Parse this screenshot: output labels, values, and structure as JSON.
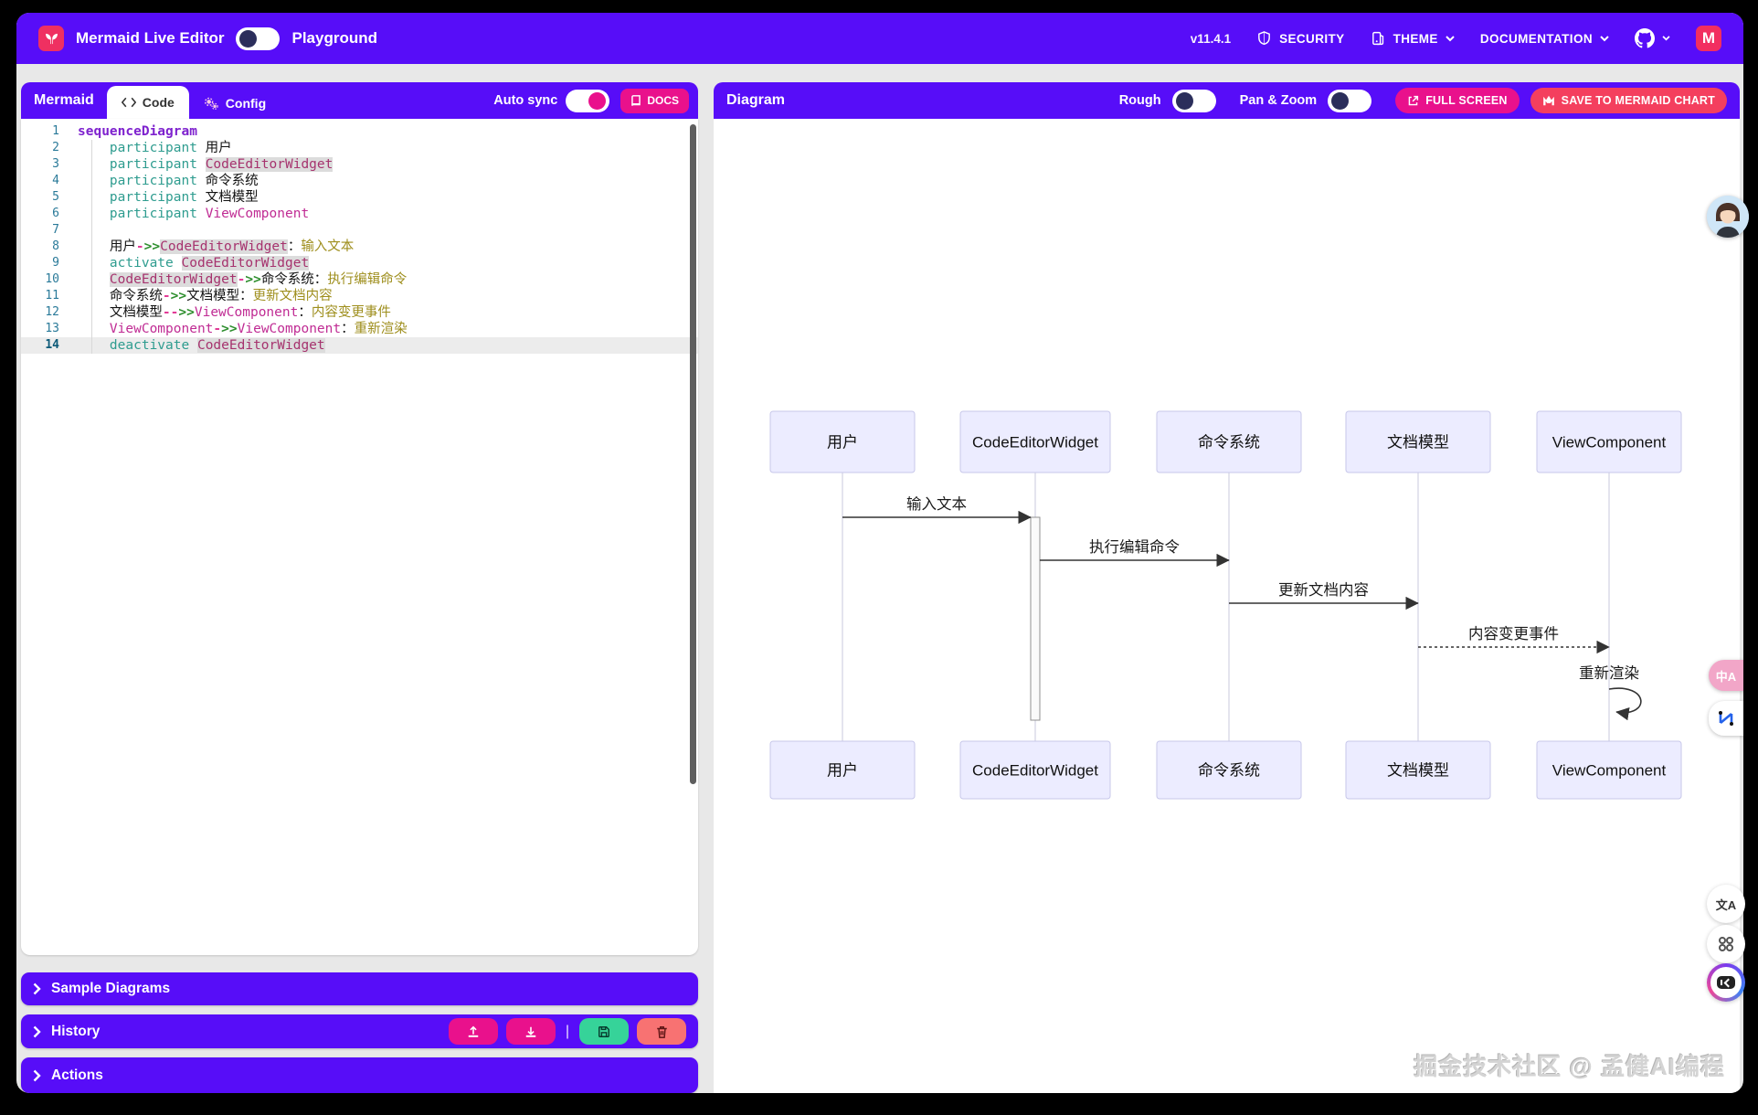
{
  "colors": {
    "purple": "#570DF8",
    "magenta": "#E9118C",
    "rose": "#F43F5E",
    "green": "#36D399",
    "red": "#F87272",
    "logo_pink": "#EF3061",
    "actor_fill": "#ECECFF"
  },
  "header": {
    "brand": "Mermaid Live Editor",
    "playground": "Playground",
    "version": "v11.4.1",
    "nav": [
      {
        "label": "SECURITY"
      },
      {
        "label": "THEME"
      },
      {
        "label": "DOCUMENTATION"
      }
    ]
  },
  "editor_panel": {
    "title": "Mermaid",
    "tabs": [
      {
        "label": "Code"
      },
      {
        "label": "Config"
      }
    ],
    "auto_sync_label": "Auto sync",
    "docs_label": "DOCS"
  },
  "editor": {
    "active_line": 14,
    "lines": [
      {
        "num": 1,
        "segs": [
          [
            "kw",
            "sequenceDiagram"
          ]
        ]
      },
      {
        "num": 2,
        "segs": [
          [
            "pl",
            "    "
          ],
          [
            "decl",
            "participant"
          ],
          [
            "pl",
            " 用户"
          ]
        ]
      },
      {
        "num": 3,
        "segs": [
          [
            "pl",
            "    "
          ],
          [
            "decl",
            "participant"
          ],
          [
            "pl",
            " "
          ],
          [
            "identhl",
            "CodeEditorWidget"
          ]
        ]
      },
      {
        "num": 4,
        "segs": [
          [
            "pl",
            "    "
          ],
          [
            "decl",
            "participant"
          ],
          [
            "pl",
            " 命令系统"
          ]
        ]
      },
      {
        "num": 5,
        "segs": [
          [
            "pl",
            "    "
          ],
          [
            "decl",
            "participant"
          ],
          [
            "pl",
            " 文档模型"
          ]
        ]
      },
      {
        "num": 6,
        "segs": [
          [
            "pl",
            "    "
          ],
          [
            "decl",
            "participant"
          ],
          [
            "pl",
            " "
          ],
          [
            "ident",
            "ViewComponent"
          ]
        ]
      },
      {
        "num": 7,
        "segs": []
      },
      {
        "num": 8,
        "segs": [
          [
            "pl",
            "    用户"
          ],
          [
            "oppink",
            "-"
          ],
          [
            "opgreen",
            ">>"
          ],
          [
            "identhl",
            "CodeEditorWidget"
          ],
          [
            "pl",
            "："
          ],
          [
            "msg",
            "输入文本"
          ]
        ]
      },
      {
        "num": 9,
        "segs": [
          [
            "pl",
            "    "
          ],
          [
            "decl",
            "activate"
          ],
          [
            "pl",
            " "
          ],
          [
            "identhl",
            "CodeEditorWidget"
          ]
        ]
      },
      {
        "num": 10,
        "segs": [
          [
            "pl",
            "    "
          ],
          [
            "identhl",
            "CodeEditorWidget"
          ],
          [
            "oppink",
            "-"
          ],
          [
            "opgreen",
            ">>"
          ],
          [
            "pl",
            "命令系统："
          ],
          [
            "msg",
            "执行编辑命令"
          ]
        ]
      },
      {
        "num": 11,
        "segs": [
          [
            "pl",
            "    命令系统"
          ],
          [
            "oppink",
            "-"
          ],
          [
            "opgreen",
            ">>"
          ],
          [
            "pl",
            "文档模型："
          ],
          [
            "msg",
            "更新文档内容"
          ]
        ]
      },
      {
        "num": 12,
        "segs": [
          [
            "pl",
            "    文档模型"
          ],
          [
            "oppink",
            "--"
          ],
          [
            "opgreen",
            ">>"
          ],
          [
            "ident",
            "ViewComponent"
          ],
          [
            "pl",
            "："
          ],
          [
            "msg",
            "内容变更事件"
          ]
        ]
      },
      {
        "num": 13,
        "segs": [
          [
            "pl",
            "    "
          ],
          [
            "ident",
            "ViewComponent"
          ],
          [
            "oppink",
            "-"
          ],
          [
            "opgreen",
            ">>"
          ],
          [
            "ident",
            "ViewComponent"
          ],
          [
            "pl",
            "："
          ],
          [
            "msg",
            "重新渲染"
          ]
        ]
      },
      {
        "num": 14,
        "segs": [
          [
            "pl",
            "    "
          ],
          [
            "decl",
            "deactivate"
          ],
          [
            "pl",
            " "
          ],
          [
            "identhl",
            "CodeEditorWidget"
          ]
        ]
      }
    ]
  },
  "bottom_bars": {
    "sample": "Sample Diagrams",
    "history": "History",
    "actions": "Actions",
    "divider": "|"
  },
  "diagram_panel": {
    "title": "Diagram",
    "rough_label": "Rough",
    "pan_zoom_label": "Pan & Zoom",
    "fullscreen_label": "FULL SCREEN",
    "save_label": "SAVE TO MERMAID CHART"
  },
  "chart_data": {
    "type": "sequence-diagram",
    "participants": [
      "用户",
      "CodeEditorWidget",
      "命令系统",
      "文档模型",
      "ViewComponent"
    ],
    "messages": [
      {
        "from": "用户",
        "to": "CodeEditorWidget",
        "text": "输入文本",
        "line": "solid",
        "activate_target": true
      },
      {
        "from": "CodeEditorWidget",
        "to": "命令系统",
        "text": "执行编辑命令",
        "line": "solid"
      },
      {
        "from": "命令系统",
        "to": "文档模型",
        "text": "更新文档内容",
        "line": "solid"
      },
      {
        "from": "文档模型",
        "to": "ViewComponent",
        "text": "内容变更事件",
        "line": "dashed"
      },
      {
        "from": "ViewComponent",
        "to": "ViewComponent",
        "text": "重新渲染",
        "line": "self"
      }
    ],
    "activation": {
      "participant": "CodeEditorWidget",
      "from_message": 0,
      "to_after_message": 4
    }
  },
  "watermark": "掘金技术社区 @ 孟健AI编程",
  "floating": {
    "translate_pill_glyph": "中A",
    "translate_circle_glyph": "文A"
  }
}
